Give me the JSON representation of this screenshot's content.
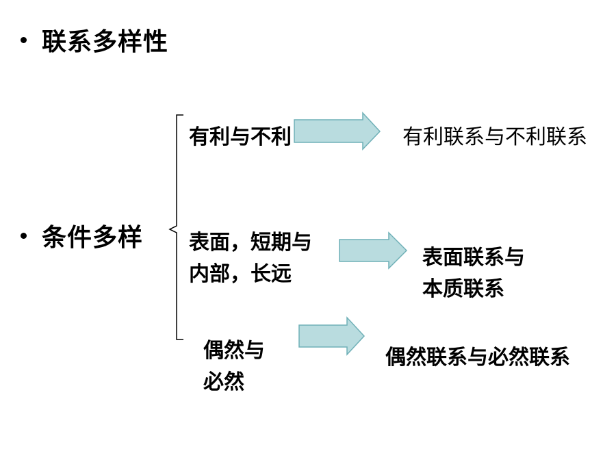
{
  "slide": {
    "bullet1": "联系多样性",
    "bullet2": "条件多样"
  },
  "rows": [
    {
      "cause": [
        "有利与不利"
      ],
      "result": [
        "有利联系与不利联系"
      ],
      "result_bold": false
    },
    {
      "cause": [
        "表面，短期与",
        "内部，长远"
      ],
      "result": [
        "表面联系与",
        "本质联系"
      ],
      "result_bold": true
    },
    {
      "cause": [
        "偶然与",
        "必然"
      ],
      "result": [
        "偶然联系与必然联系"
      ],
      "result_bold": true
    }
  ],
  "colors": {
    "arrow_fill": "#b9dcdf",
    "arrow_stroke": "#6fb0b7",
    "text": "#000000"
  }
}
